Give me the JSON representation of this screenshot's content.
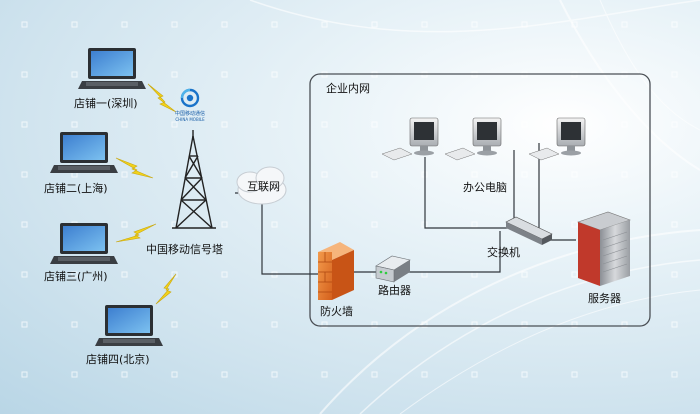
{
  "diagram": {
    "stores": [
      {
        "label": "店铺一(深圳)"
      },
      {
        "label": "店铺二(上海)"
      },
      {
        "label": "店铺三(广州)"
      },
      {
        "label": "店铺四(北京)"
      }
    ],
    "tower": {
      "label": "中国移动信号塔"
    },
    "carrier_logo": {
      "text": "中国移动通信",
      "subtext": "CHINA MOBILE"
    },
    "internet": {
      "label": "互联网"
    },
    "intranet": {
      "label": "企业内网"
    },
    "firewall": {
      "label": "防火墙"
    },
    "router": {
      "label": "路由器"
    },
    "switch": {
      "label": "交换机"
    },
    "office_pcs": {
      "label": "办公电脑"
    },
    "server": {
      "label": "服务器"
    },
    "colors": {
      "firewall": "#e8792a",
      "server_accent": "#c0392b",
      "lightning": "#f2d21b",
      "tower": "#222222"
    }
  }
}
